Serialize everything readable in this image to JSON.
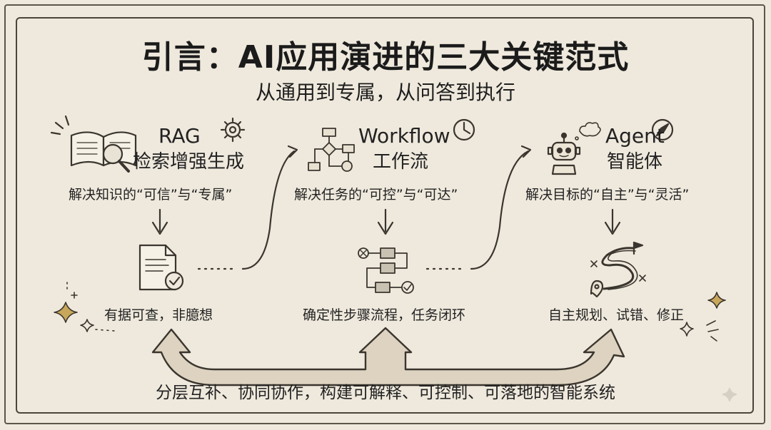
{
  "title": "引言：AI应用演进的三大关键范式",
  "subtitle": "从通用到专属，从问答到执行",
  "columns": [
    {
      "name_en": "RAG",
      "name_zh": "检索增强生成",
      "description": "解决知识的“可信”与“专属”",
      "result": "有据可查，非臆想",
      "icons": [
        "book-icon",
        "magnifier-icon",
        "gear-icon",
        "document-check-icon"
      ]
    },
    {
      "name_en": "Workflow",
      "name_zh": "工作流",
      "description": "解决任务的“可控”与“可达”",
      "result": "确定性步骤流程，任务闭环",
      "icons": [
        "flowchart-icon",
        "clock-icon",
        "process-steps-icon"
      ]
    },
    {
      "name_en": "Agent",
      "name_zh": "智能体",
      "description": "解决目标的“自主”与“灵活”",
      "result": "自主规划、试错、修正",
      "icons": [
        "robot-icon",
        "compass-icon",
        "winding-path-icon"
      ]
    }
  ],
  "footer": "分层互补、协同协作，构建可解释、可控制、可落地的智能系统",
  "colors": {
    "background": "#efe9dd",
    "ink": "#222222",
    "accent_gold": "#c9a75a"
  }
}
